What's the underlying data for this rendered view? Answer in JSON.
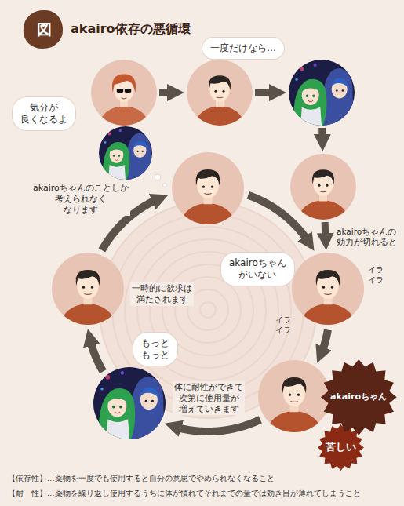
{
  "diagram": {
    "title": "akairo依存の悪循環",
    "nodes": [
      {
        "text": [
          "気分が 良くなるよ"
        ]
      },
      {
        "text": [
          "一度だけなら…"
        ]
      },
      {
        "text": []
      },
      {
        "text": [
          "akairoちゃんの 効力が切れると"
        ]
      },
      {
        "text": [
          "akairoちゃん がいない",
          "イラ イラ",
          "イラ イラ"
        ]
      },
      {
        "text": [
          "akairoちゃん",
          "苦しい"
        ]
      },
      {
        "text": [
          "もっと もっと",
          "体に耐性ができて 次第に使用量が 増えていきます"
        ]
      },
      {
        "text": [
          "一時的に欲求は 満たされます"
        ]
      },
      {
        "text": [
          "akairoちゃんのことしか 考えられなく なります"
        ]
      }
    ],
    "edges": [
      {
        "from": 0,
        "to": 1,
        "arrow": "to"
      },
      {
        "from": 1,
        "to": 2,
        "arrow": "to"
      },
      {
        "from": 2,
        "to": 3,
        "arrow": "to"
      },
      {
        "from": 3,
        "to": 4,
        "arrow": "to"
      },
      {
        "from": 4,
        "to": 5,
        "arrow": "to"
      },
      {
        "from": 5,
        "to": 6,
        "arrow": "to"
      },
      {
        "from": 6,
        "to": 7,
        "arrow": "to"
      },
      {
        "from": 7,
        "to": 8,
        "arrow": "to"
      },
      {
        "from": 8,
        "to": 4,
        "arrow": "to"
      }
    ],
    "labels": [
      "図",
      "【依存性】…薬物を一度でも使用すると自分の意思でやめられなくなること",
      "【耐　性】…薬物を繰り返し使用するうちに体が慣れてそれまでの量では効き目が薄れてしまうこと"
    ]
  }
}
